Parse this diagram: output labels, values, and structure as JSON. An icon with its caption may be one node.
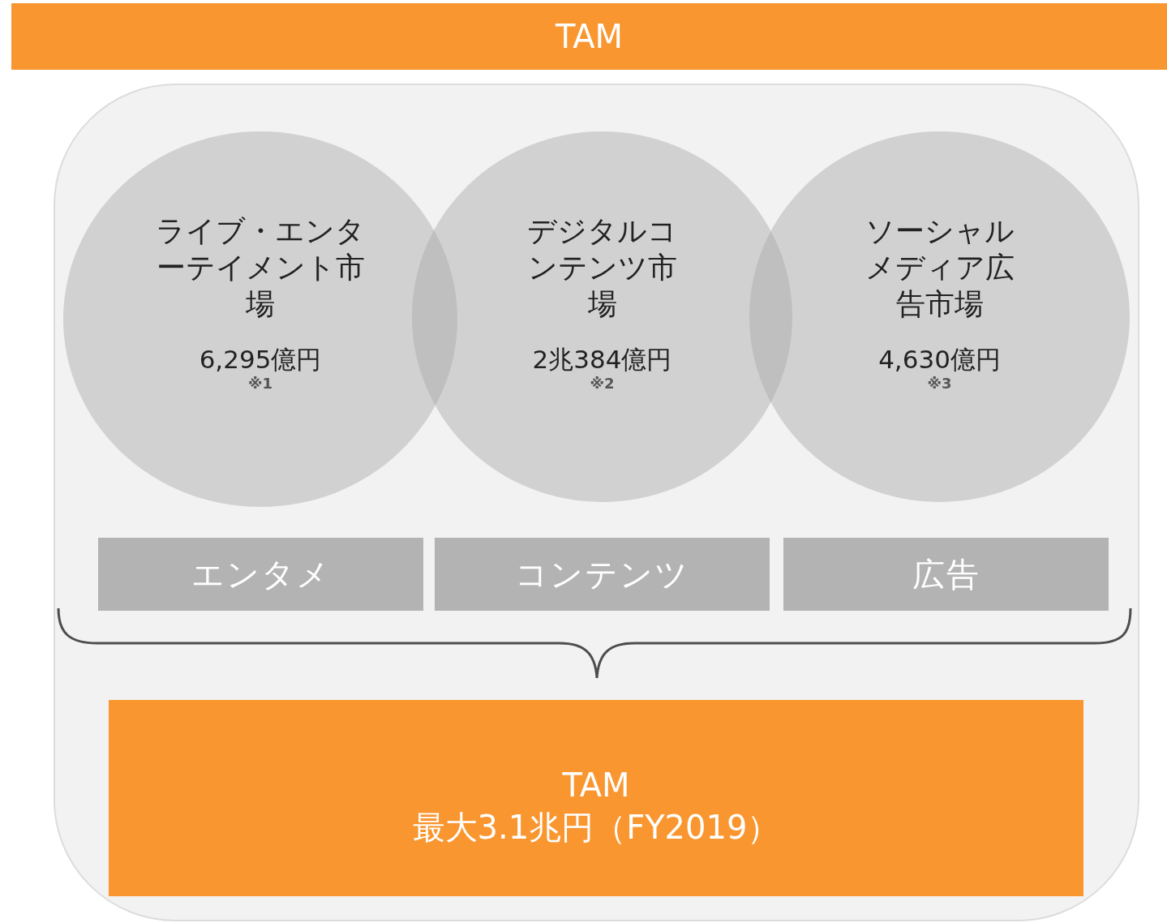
{
  "diagram": {
    "nodes": [
      {
        "text": [
          "TAM"
        ]
      },
      {
        "text": [],
        "shape": "box"
      },
      {
        "text": [
          "ライブ・エンターテイメント市場",
          "6,295億円",
          "※1"
        ],
        "in": 1
      },
      {
        "text": [
          "デジタルコンテンツ市場",
          "2兆384億円",
          "※2"
        ],
        "in": 1
      },
      {
        "text": [
          "ソーシャルメディア広告市場",
          "4,630億円",
          "※3"
        ],
        "in": 1
      },
      {
        "text": [
          "エンタメ"
        ],
        "in": 1
      },
      {
        "text": [
          "コンテンツ"
        ],
        "in": 1
      },
      {
        "text": [
          "広告"
        ],
        "in": 1
      },
      {
        "text": [
          "TAM",
          "最大3.1兆円（FY2019）"
        ],
        "in": 1
      }
    ],
    "edges": []
  }
}
